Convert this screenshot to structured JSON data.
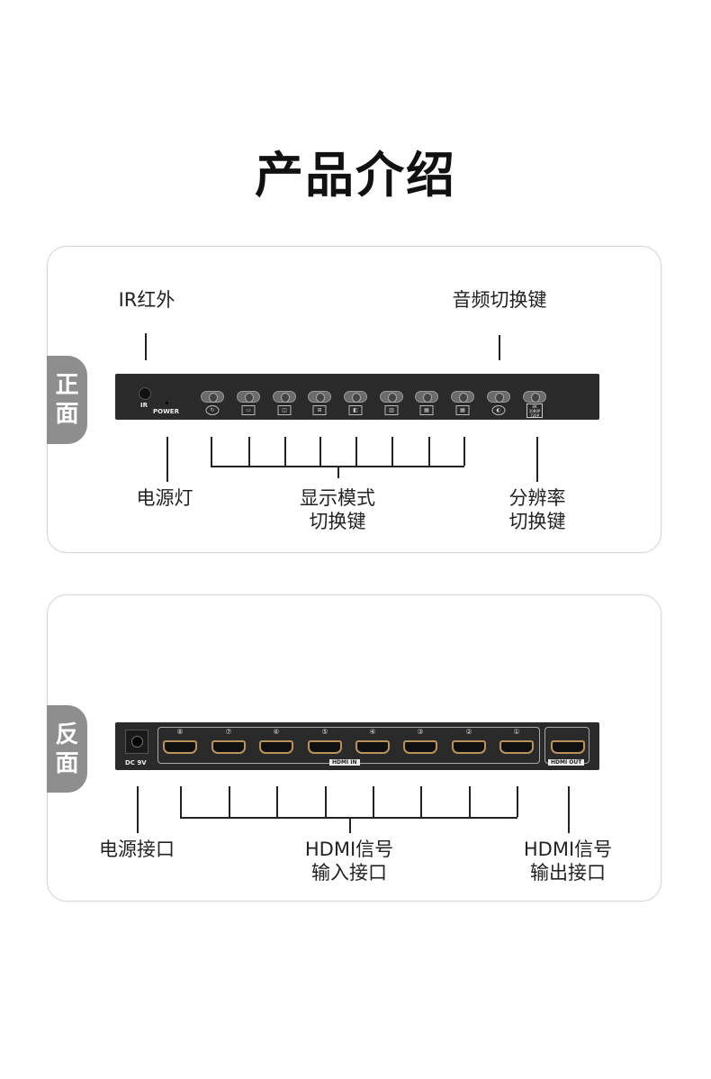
{
  "title": "产品介绍",
  "front": {
    "tab": [
      "正",
      "面"
    ],
    "labels": {
      "ir": "IR红外",
      "audio": "音频切换键",
      "power": "电源灯",
      "mode": [
        "显示模式",
        "切换键"
      ],
      "resolution": [
        "分辨率",
        "切换键"
      ]
    },
    "device": {
      "ir": "IR",
      "power": "POWER",
      "res_icon": [
        "4K",
        "1080P",
        "720P"
      ]
    }
  },
  "back": {
    "tab": [
      "反",
      "面"
    ],
    "labels": {
      "dc": "电源接口",
      "in": [
        "HDMI信号",
        "输入接口"
      ],
      "out": [
        "HDMI信号",
        "输出接口"
      ]
    },
    "device": {
      "dc": "DC 9V",
      "hdmi_in": "HDMI IN",
      "hdmi_out": "HDMI OUT",
      "ports": [
        "⑧",
        "⑦",
        "⑥",
        "⑤",
        "④",
        "③",
        "②",
        "①"
      ]
    }
  }
}
